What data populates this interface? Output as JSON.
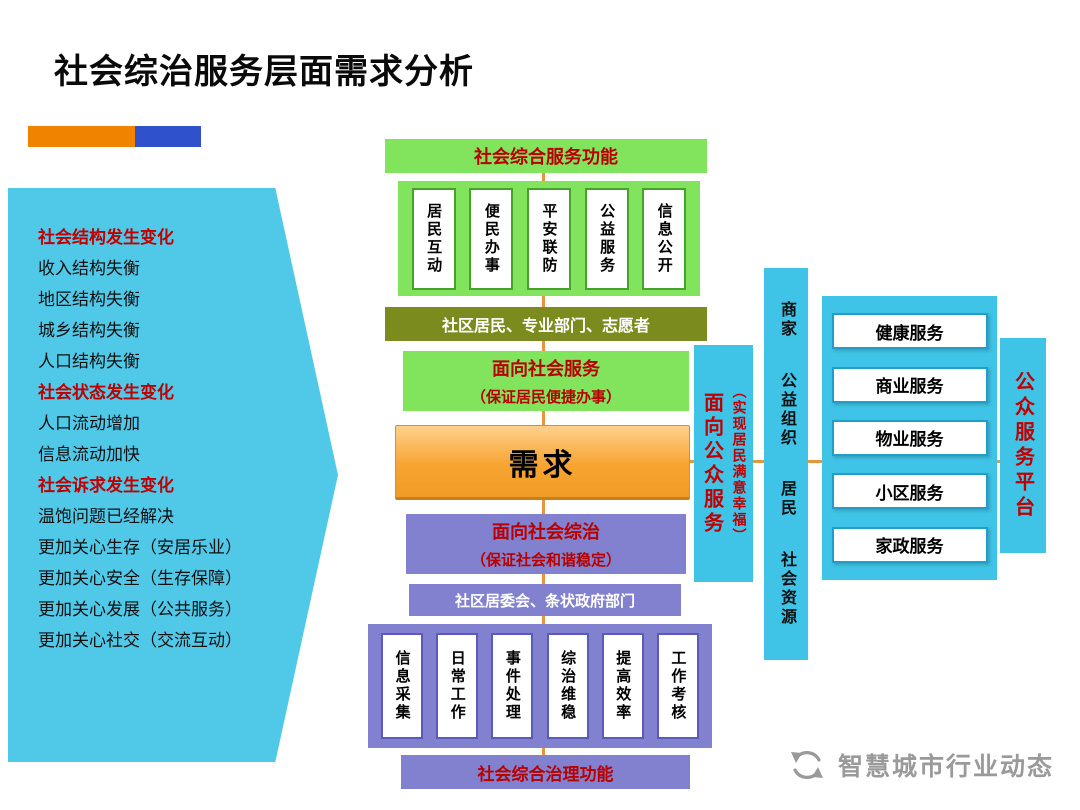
{
  "page": {
    "title": "社会综治服务层面需求分析"
  },
  "left_arrow": {
    "items": [
      {
        "text": "社会结构发生变化",
        "emphasis": true
      },
      {
        "text": "收入结构失衡",
        "emphasis": false
      },
      {
        "text": "地区结构失衡",
        "emphasis": false
      },
      {
        "text": "城乡结构失衡",
        "emphasis": false
      },
      {
        "text": "人口结构失衡",
        "emphasis": false
      },
      {
        "text": "社会状态发生变化",
        "emphasis": true
      },
      {
        "text": "人口流动增加",
        "emphasis": false
      },
      {
        "text": "信息流动加快",
        "emphasis": false
      },
      {
        "text": "社会诉求发生变化",
        "emphasis": true
      },
      {
        "text": "温饱问题已经解决",
        "emphasis": false
      },
      {
        "text": "更加关心生存（安居乐业）",
        "emphasis": false
      },
      {
        "text": "更加关心安全（生存保障）",
        "emphasis": false
      },
      {
        "text": "更加关心发展（公共服务）",
        "emphasis": false
      },
      {
        "text": "更加关心社交（交流互动）",
        "emphasis": false
      }
    ]
  },
  "center": {
    "service_function_header": "社会综合服务功能",
    "service_functions": [
      "居民互动",
      "便民办事",
      "平安联防",
      "公益服务",
      "信息公开"
    ],
    "service_actors": "社区居民、专业部门、志愿者",
    "social_service_title": "面向社会服务",
    "social_service_subtitle": "（保证居民便捷办事）",
    "demand_label": "需求",
    "governance_title": "面向社会综治",
    "governance_subtitle": "（保证社会和谐稳定）",
    "governance_actors": "社区居委会、条状政府部门",
    "governance_functions": [
      "信息采集",
      "日常工作",
      "事件处理",
      "综治维稳",
      "提高效率",
      "工作考核"
    ],
    "governance_function_header": "社会综合治理功能"
  },
  "right": {
    "public_service_title": "面向公众服务",
    "public_service_subtitle": "（实现居民满意幸福）",
    "participants": [
      "商家",
      "公益组织",
      "居民",
      "社会资源"
    ],
    "services": [
      "健康服务",
      "商业服务",
      "物业服务",
      "小区服务",
      "家政服务"
    ],
    "platform_label": "公众服务平台"
  },
  "watermark": {
    "text": "智慧城市行业动态",
    "logo_icon": "circular-arrows"
  },
  "colors": {
    "accent_orange": "#F08300",
    "accent_blue": "#2F52CC",
    "green": "#82E45C",
    "olive": "#7C8B1D",
    "purple": "#8281CF",
    "cyan": "#3FC3E6",
    "demand_orange": "#F5A02E",
    "red_text": "#C00000",
    "connector": "#E8953F",
    "watermark_gray": "#9A9A9A"
  }
}
